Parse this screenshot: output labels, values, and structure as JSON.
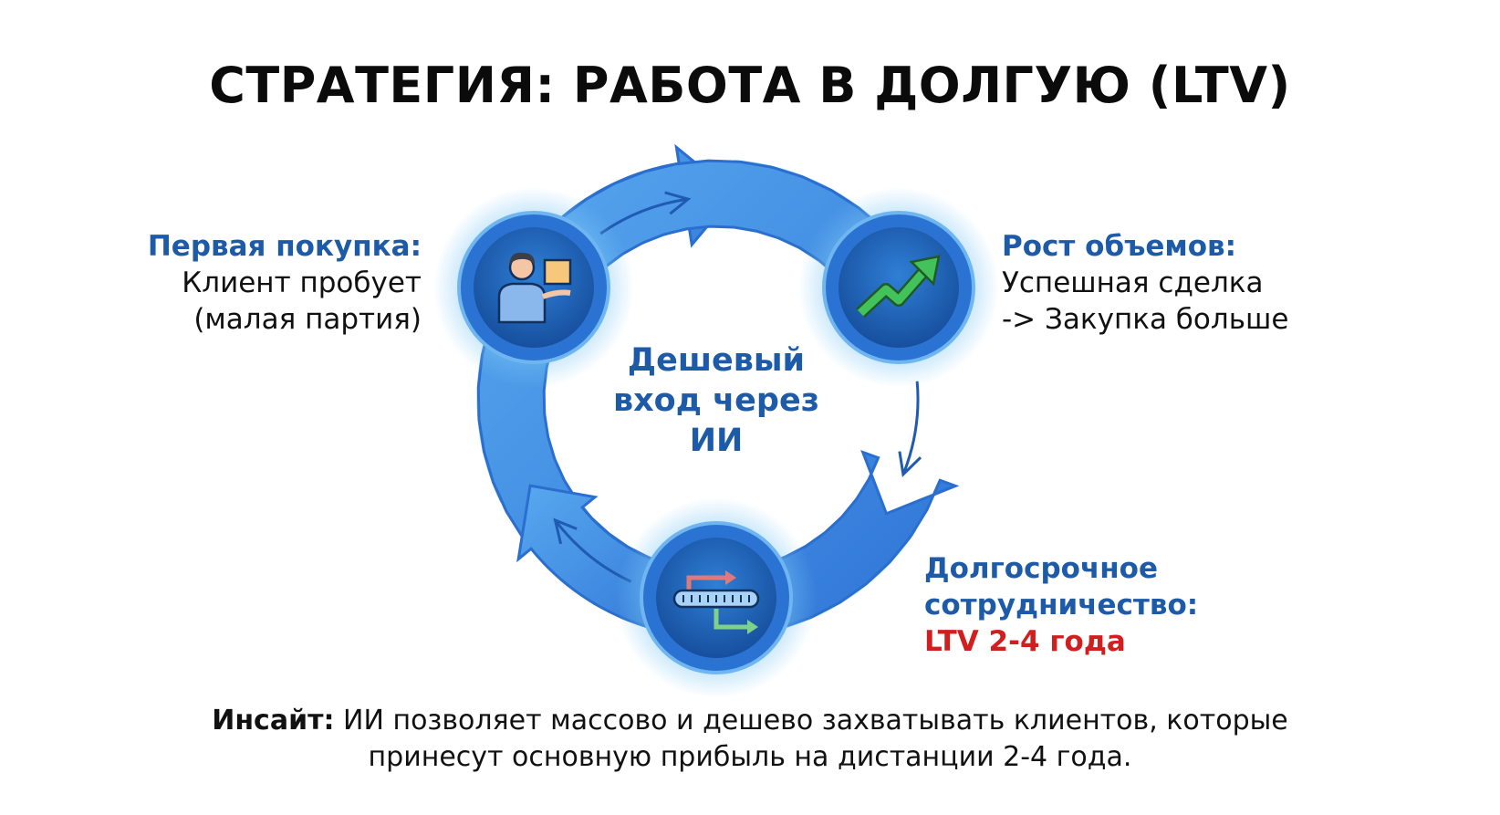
{
  "title": "СТРАТЕГИЯ: РАБОТА В ДОЛГУЮ (LTV)",
  "center_text": [
    "Дешевый",
    "вход через",
    "ИИ"
  ],
  "steps": [
    {
      "heading": "Первая покупка:",
      "lines": [
        "Клиент пробует",
        "(малая партия)"
      ],
      "icon": "customer-with-box-icon"
    },
    {
      "heading": "Рост объемов:",
      "lines": [
        "Успешная сделка",
        "-> Закупка больше"
      ],
      "icon": "growth-arrow-icon"
    },
    {
      "heading": "Долгосрочное",
      "heading2": "сотрудничество:",
      "highlight": "LTV 2-4 года",
      "icon": "conveyor-exchange-icon"
    }
  ],
  "insight": {
    "label": "Инсайт:",
    "text": " ИИ позволяет массово и дешево захватывать клиентов, которые",
    "text2": "принесут основную прибыль на дистанции 2-4 года."
  },
  "colors": {
    "heading": "#1d5aa8",
    "highlight": "#d01f1f",
    "arrow_dark": "#3d8be0",
    "arrow_light": "#dceefb"
  }
}
